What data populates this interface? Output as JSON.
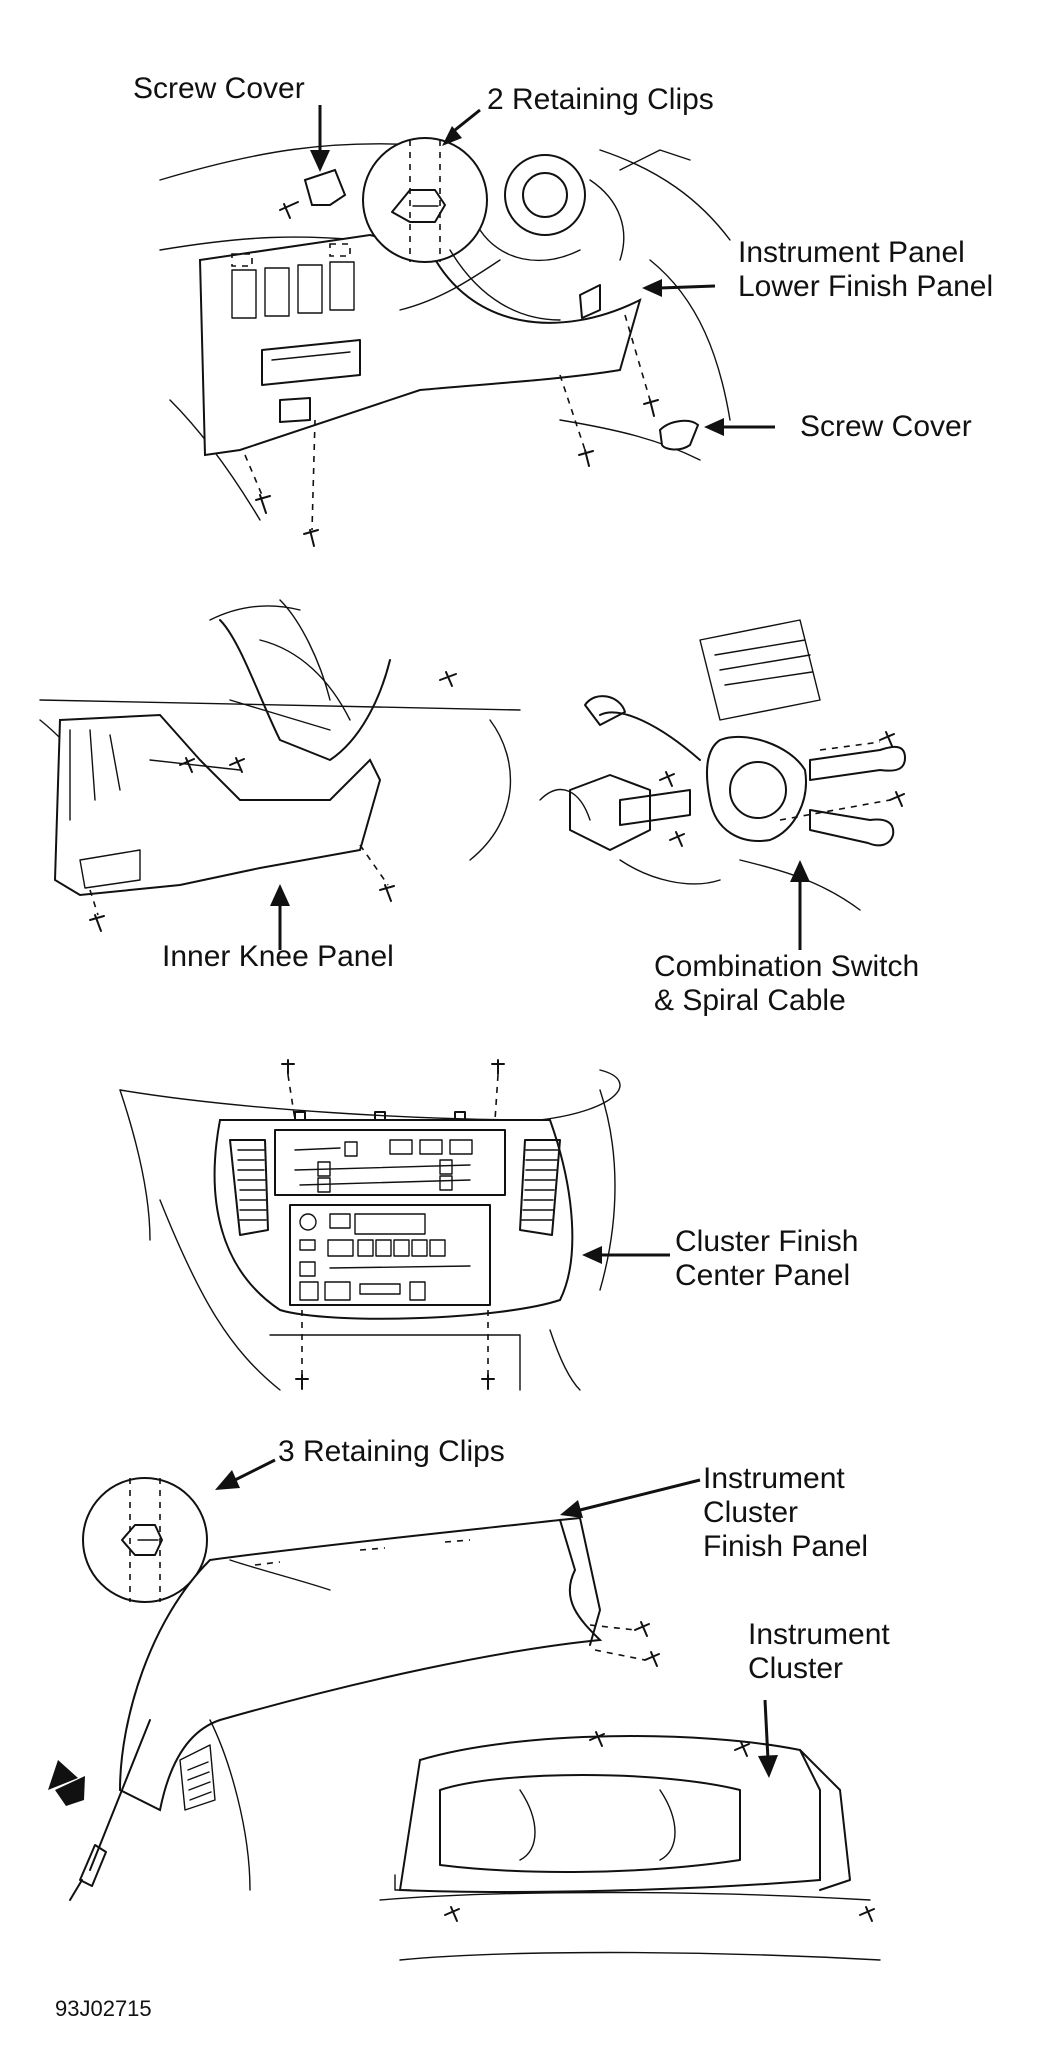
{
  "labels": {
    "screw_cover_top": "Screw Cover",
    "retaining_clips_2": "2 Retaining Clips",
    "ip_lower_finish_line1": "Instrument Panel",
    "ip_lower_finish_line2": "Lower Finish Panel",
    "screw_cover_right": "Screw Cover",
    "inner_knee_panel": "Inner Knee Panel",
    "combo_switch_line1": "Combination Switch",
    "combo_switch_line2": "& Spiral Cable",
    "cluster_center_line1": "Cluster Finish",
    "cluster_center_line2": "Center Panel",
    "retaining_clips_3": "3 Retaining Clips",
    "cluster_finish_line1": "Instrument",
    "cluster_finish_line2": "Cluster",
    "cluster_finish_line3": "Finish Panel",
    "instrument_cluster_line1": "Instrument",
    "instrument_cluster_line2": "Cluster"
  },
  "figure_code": "93J02715",
  "colors": {
    "ink": "#111111",
    "paper": "#ffffff"
  }
}
